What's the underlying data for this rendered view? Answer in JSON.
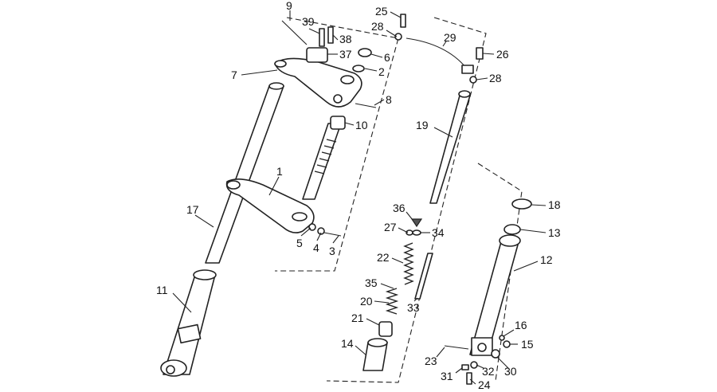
{
  "callouts": {
    "c1": "1",
    "c2": "2",
    "c3": "3",
    "c4": "4",
    "c5": "5",
    "c6": "6",
    "c7": "7",
    "c8": "8",
    "c9": "9",
    "c10": "10",
    "c11": "11",
    "c12": "12",
    "c13": "13",
    "c14": "14",
    "c15": "15",
    "c16": "16",
    "c17": "17",
    "c18": "18",
    "c19": "19",
    "c20": "20",
    "c21": "21",
    "c22": "22",
    "c23": "23",
    "c24": "24",
    "c25": "25",
    "c26": "26",
    "c27": "27",
    "c28a": "28",
    "c28b": "28",
    "c29": "29",
    "c30": "30",
    "c31": "31",
    "c32": "32",
    "c33": "33",
    "c34": "34",
    "c35": "35",
    "c36": "36",
    "c37": "37",
    "c38": "38",
    "c39": "39"
  }
}
